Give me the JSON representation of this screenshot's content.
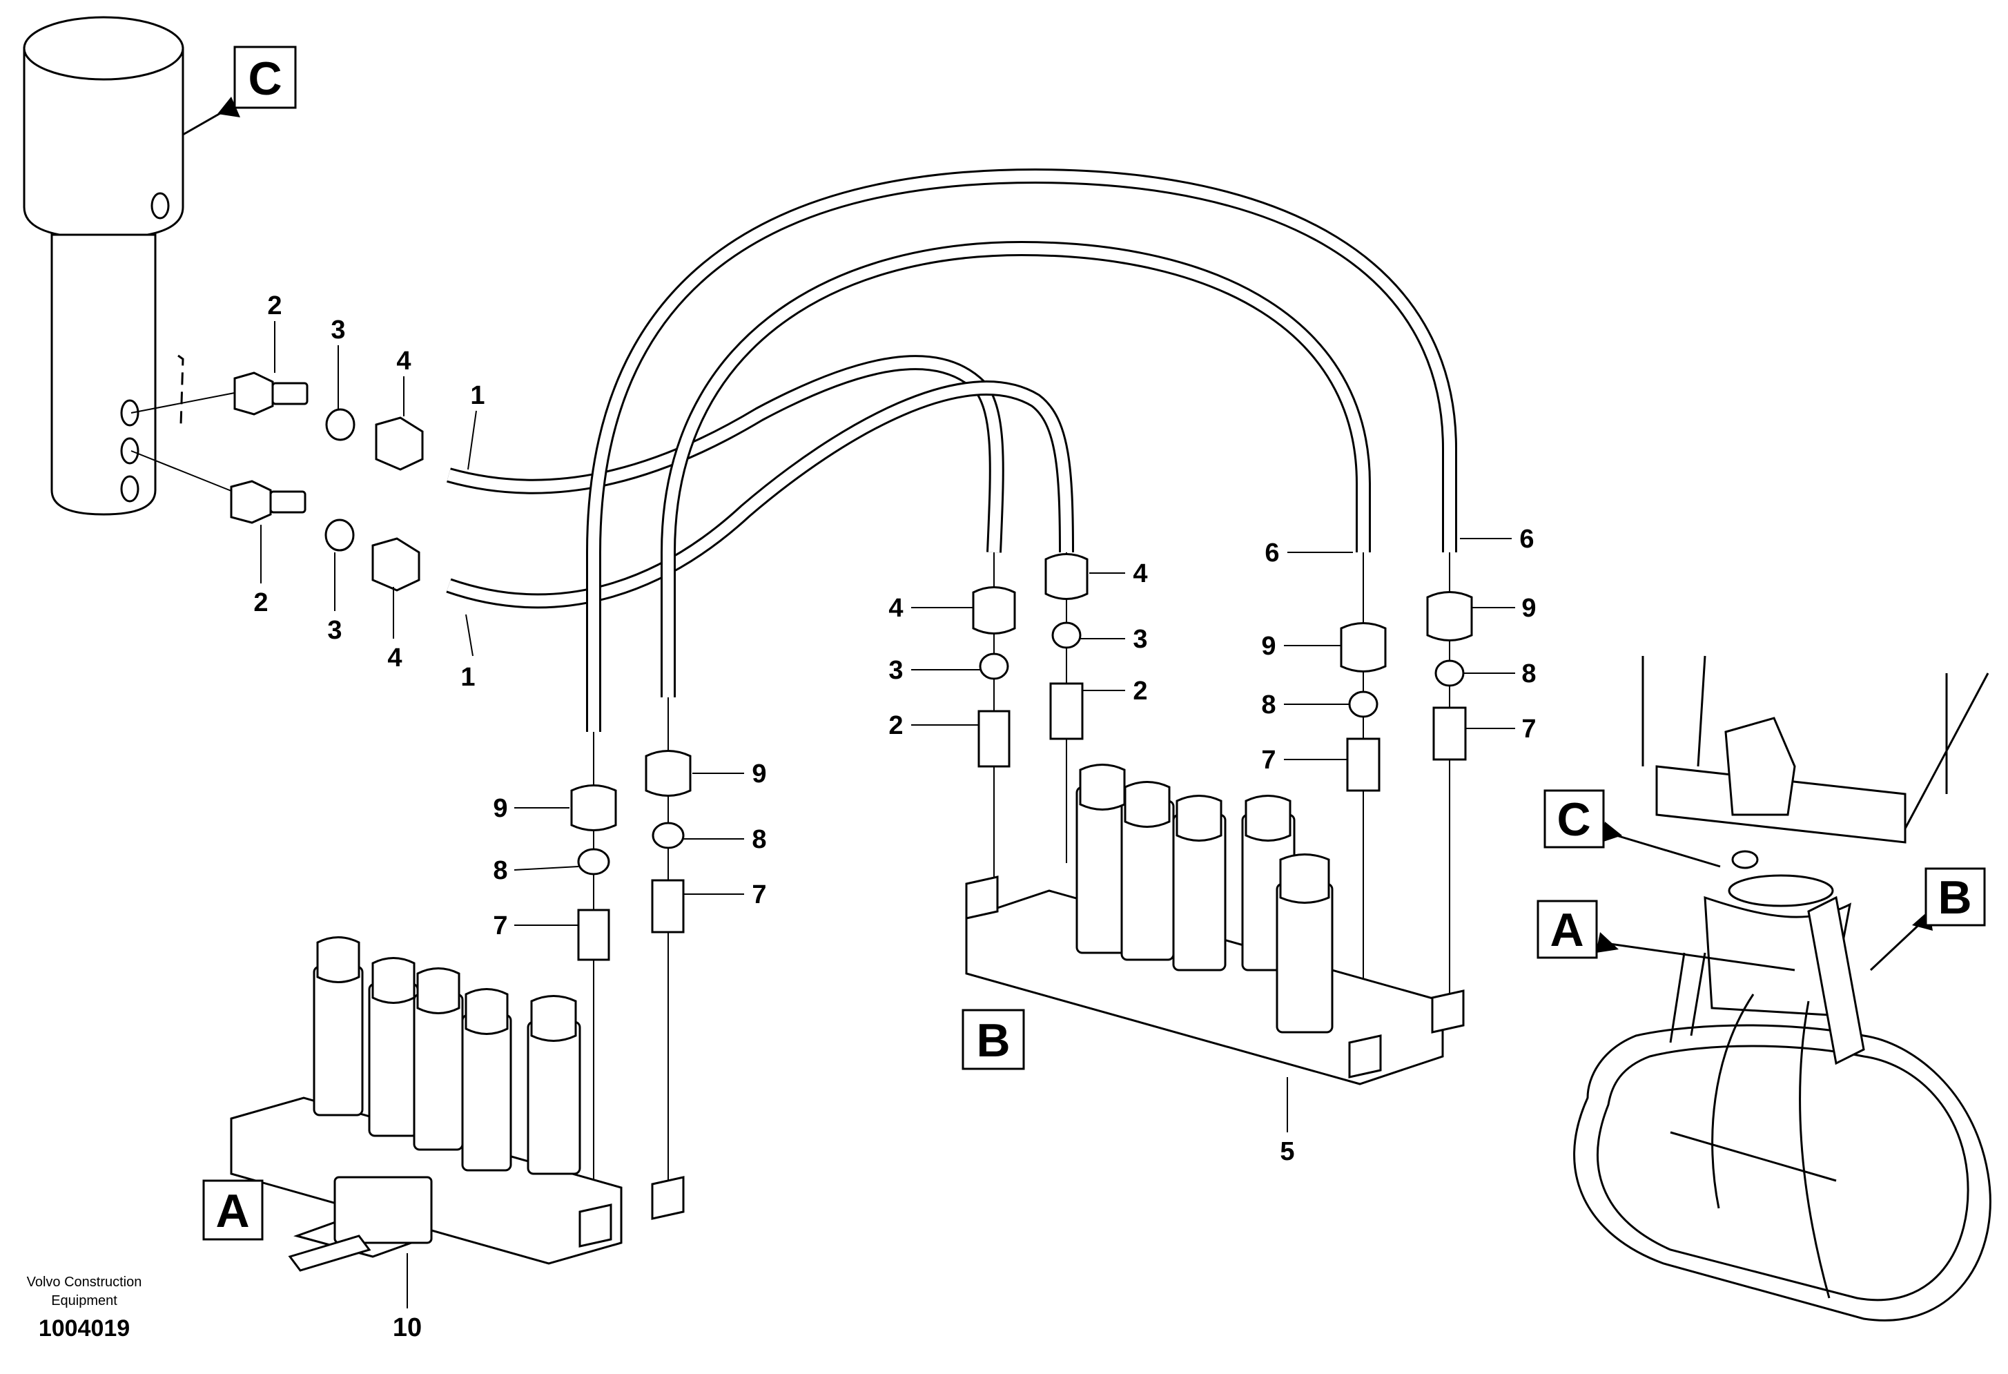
{
  "callouts": {
    "c_2a": "2",
    "c_3a": "3",
    "c_4a": "4",
    "c_1a": "1",
    "c_2b": "2",
    "c_3b": "3",
    "c_4b": "4",
    "c_1b": "1",
    "c_9a": "9",
    "c_8a": "8",
    "c_7a": "7",
    "c_9b": "9",
    "c_8b": "8",
    "c_7b": "7",
    "c_10": "10",
    "c_4c": "4",
    "c_3c": "3",
    "c_2c": "2",
    "c_4d": "4",
    "c_3d": "3",
    "c_2d": "2",
    "c_6a": "6",
    "c_9c": "9",
    "c_8c": "8",
    "c_7c": "7",
    "c_6b": "6",
    "c_9d": "9",
    "c_8d": "8",
    "c_7d": "7",
    "c_5": "5"
  },
  "boxes": {
    "C_top": "C",
    "A_main": "A",
    "B_main": "B",
    "C_inset": "C",
    "A_inset": "A",
    "B_inset": "B"
  },
  "credit": {
    "line1": "Volvo Construction",
    "line2": "Equipment",
    "doc_number": "1004019"
  }
}
